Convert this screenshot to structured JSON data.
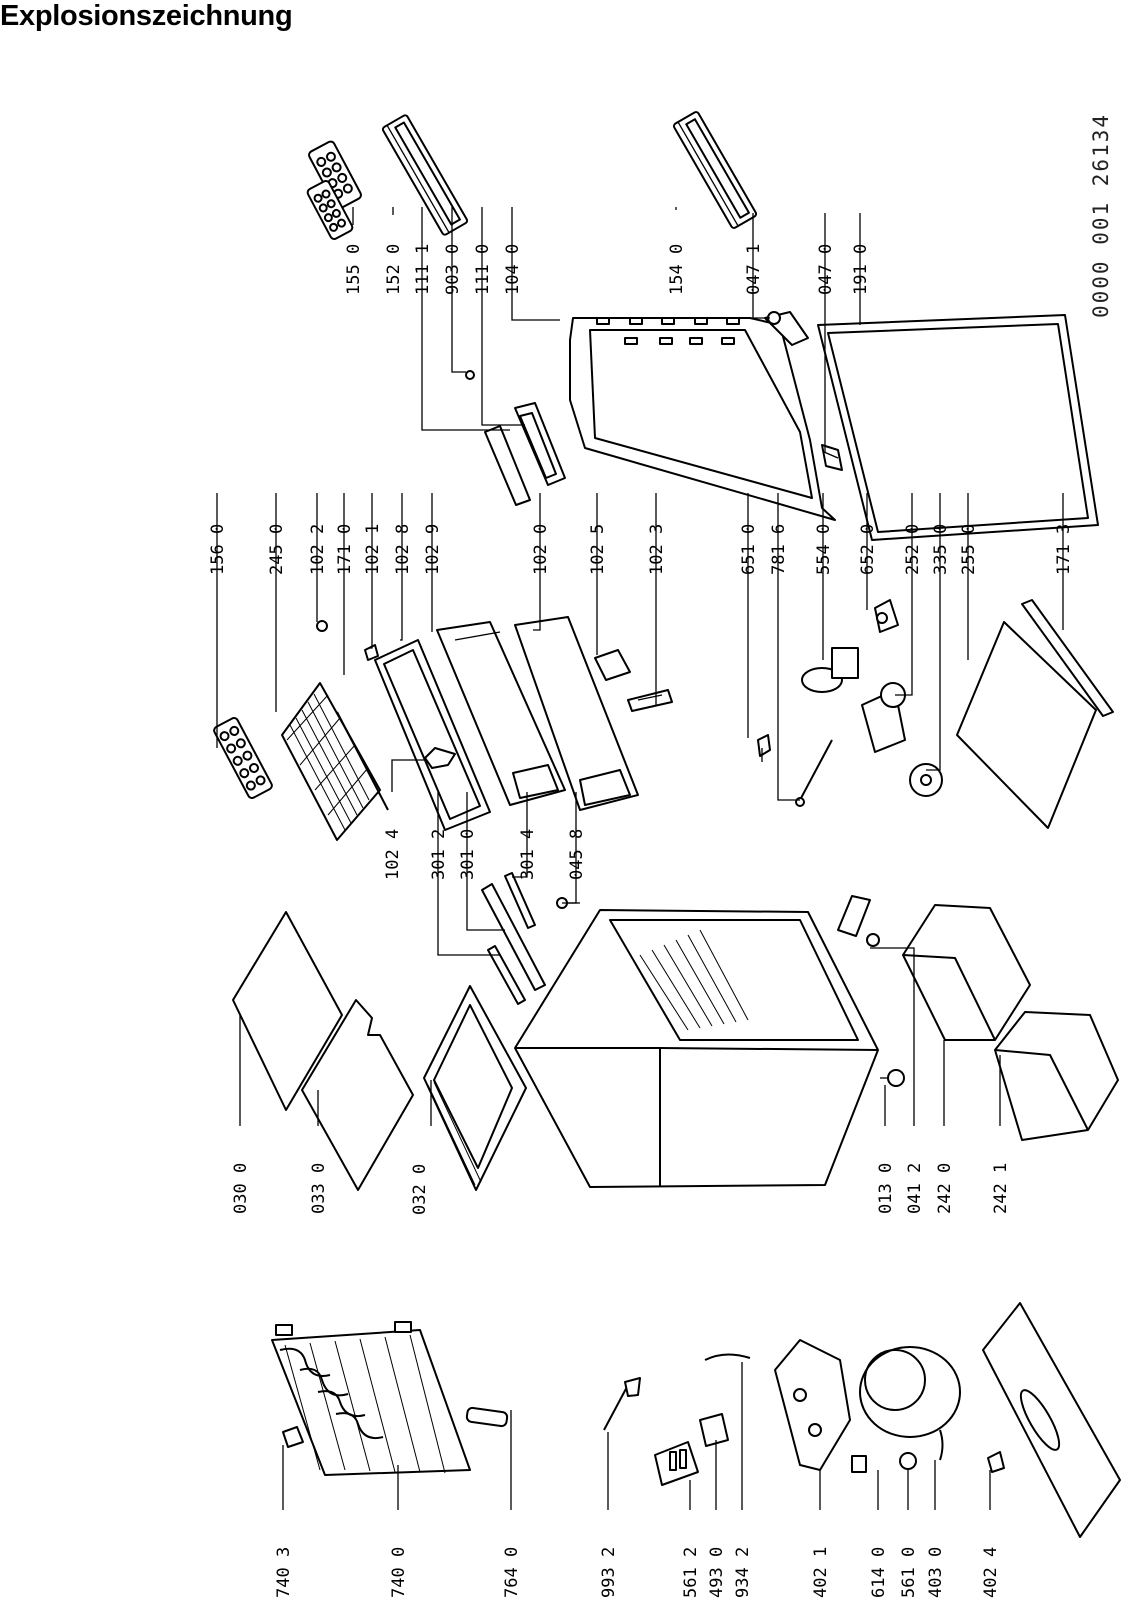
{
  "title": "Explosionszeichnung",
  "document_number": "0000 001 26134",
  "columns": {
    "condenser": [
      "740 3",
      "740 0",
      "764 0"
    ],
    "compressor": [
      "993 2",
      "561 2",
      "493 0",
      "934 2",
      "402 1",
      "614 0",
      "561 0",
      "403 0",
      "402 4"
    ],
    "cabinet": [
      "030 0",
      "033 0",
      "032 0"
    ],
    "cabinet_bottom": [
      "013 0",
      "041 2",
      "242 0",
      "242 1"
    ],
    "middle": [
      "102 4",
      "301 2",
      "301 0",
      "301 4",
      "045 8"
    ],
    "interior_top": [
      "156 0",
      "245 0",
      "102 2",
      "171 0",
      "102 1",
      "102 8",
      "102 9",
      "102 0",
      "102 5",
      "102 3"
    ],
    "interior_bottom": [
      "651 0",
      "781 6",
      "554 0",
      "652 0",
      "252 0",
      "335 0",
      "255 0",
      "171 3"
    ],
    "door_top": [
      "155 0",
      "152 0",
      "111 1",
      "903 0",
      "111 0",
      "104 0",
      "154 0"
    ],
    "door_bottom": [
      "047 1",
      "047 0",
      "191 0"
    ]
  }
}
